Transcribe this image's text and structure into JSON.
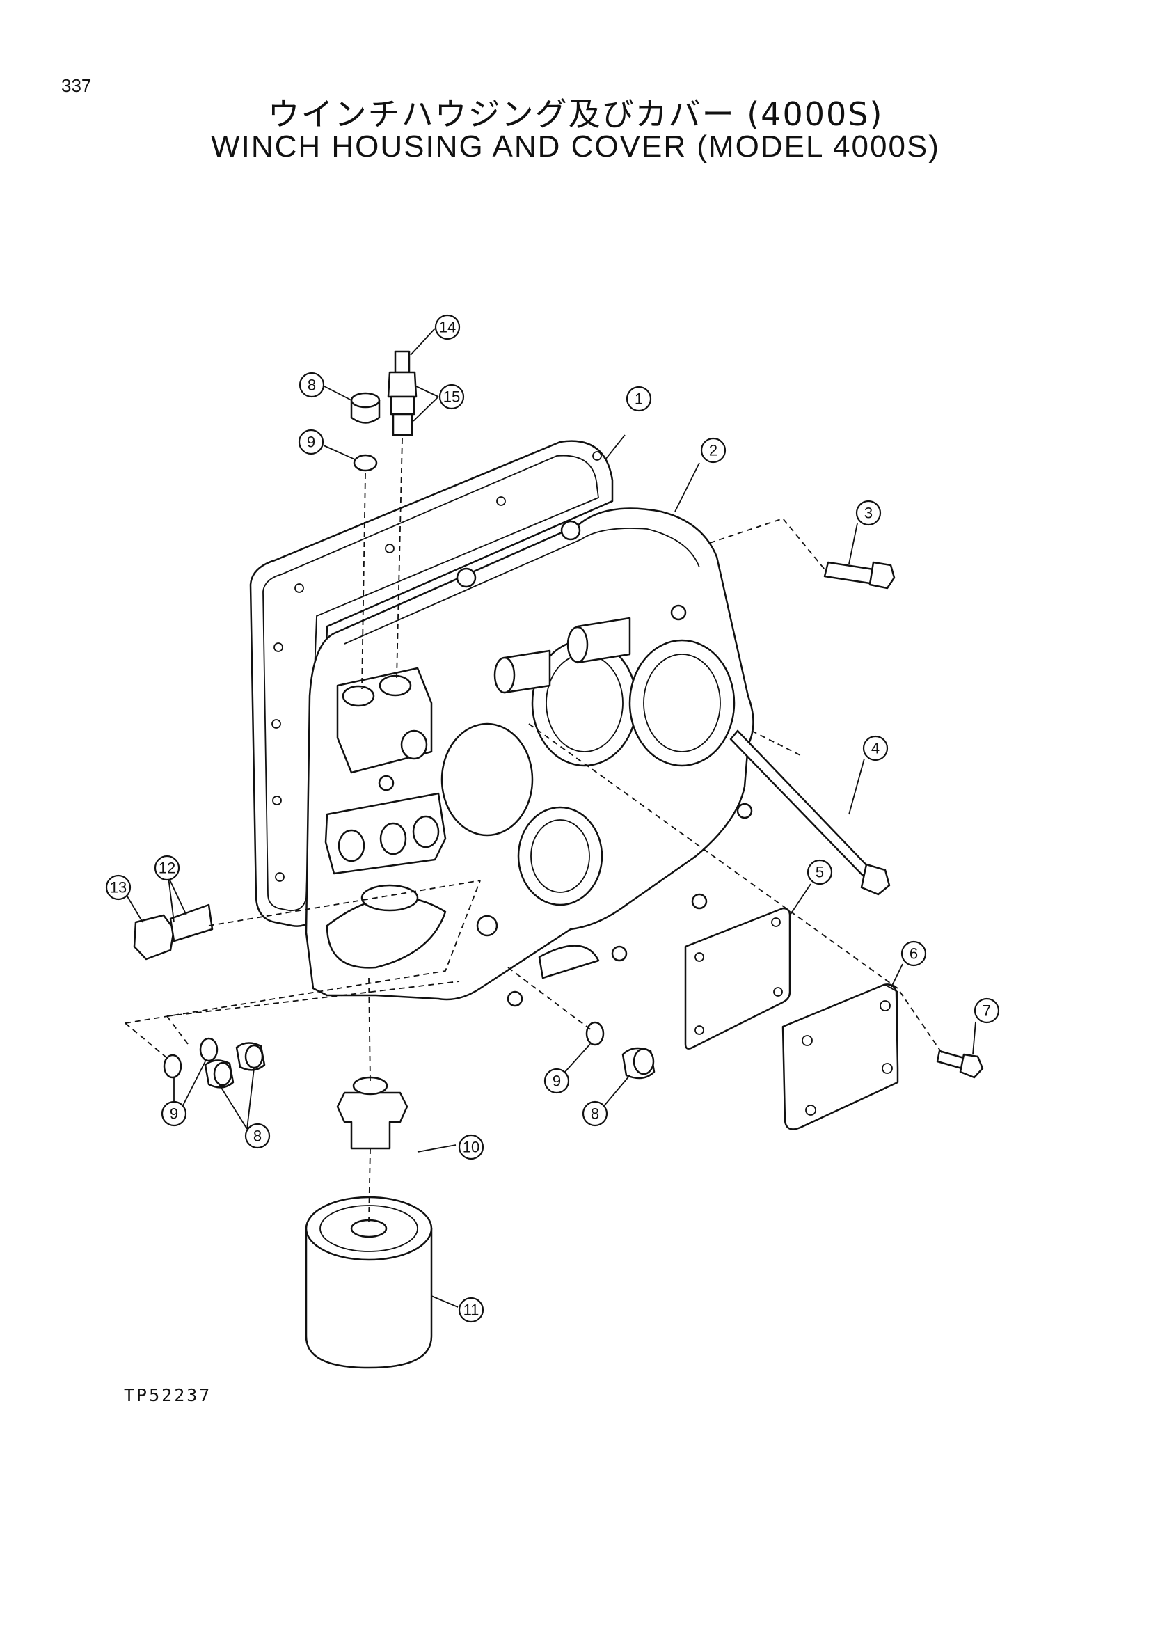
{
  "page": {
    "number": "337",
    "title_ja": "ウインチハウジング及びカバー (4000S)",
    "title_en": "WINCH HOUSING AND COVER (MODEL 4000S)",
    "drawing_code": "TP52237"
  },
  "callouts": [
    "1",
    "2",
    "3",
    "4",
    "5",
    "6",
    "7",
    "8",
    "9",
    "10",
    "11",
    "12",
    "13",
    "14",
    "15",
    "8",
    "9",
    "9",
    "8"
  ]
}
